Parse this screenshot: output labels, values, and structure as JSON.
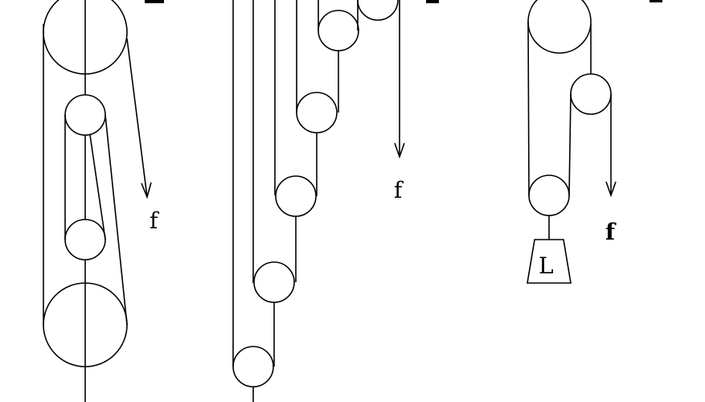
{
  "figures": [
    {
      "id": "system-a",
      "force_label": "f"
    },
    {
      "id": "system-b",
      "force_label": "f"
    },
    {
      "id": "system-c",
      "force_label": "f",
      "load_label": "L"
    }
  ]
}
